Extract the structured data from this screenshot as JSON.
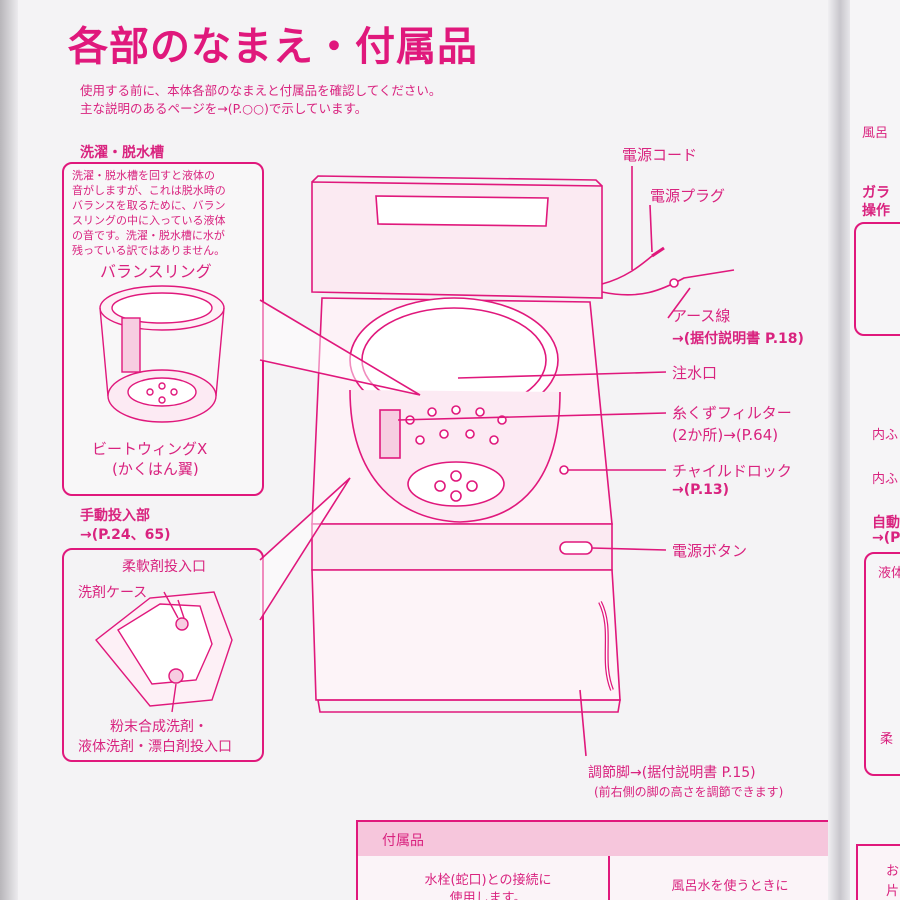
{
  "title": "各部のなまえ・付属品",
  "intro": {
    "line1": "使用する前に、本体各部のなまえと付属品を確認してください。",
    "line2": "主な説明のあるページを→(P.○○)で示しています。"
  },
  "tub_section": {
    "heading": "洗濯・脱水槽",
    "note": [
      "洗濯・脱水槽を回すと液体の",
      "音がしますが、これは脱水時の",
      "バランスを取るために、バラン",
      "スリングの中に入っている液体",
      "の音です。洗濯・脱水槽に水が",
      "残っている訳ではありません。"
    ],
    "balance_ring": "バランスリング",
    "beat_wing_1": "ビートウィングX",
    "beat_wing_2": "(かくはん翼)"
  },
  "manual_section": {
    "heading": "手動投入部",
    "ref": "→(P.24、65)",
    "softener": "柔軟剤投入口",
    "detergent_case": "洗剤ケース",
    "inlet_1": "粉末合成洗剤・",
    "inlet_2": "液体洗剤・漂白剤投入口"
  },
  "parts": {
    "power_cord": "電源コード",
    "power_plug": "電源プラグ",
    "earth_wire": "アース線",
    "earth_ref": "→(据付説明書 P.18)",
    "water_inlet": "注水口",
    "lint_filter": "糸くずフィルター",
    "lint_ref": "(2か所)→(P.64)",
    "child_lock": "チャイルドロック",
    "child_ref": "→(P.13)",
    "power_button": "電源ボタン",
    "foot": "調節脚→(据付説明書 P.15)",
    "foot_note": "(前右側の脚の高さを調節できます)"
  },
  "accessories": {
    "heading": "付属品",
    "col1_1": "水栓(蛇口)との接続に",
    "col1_2": "使用します。",
    "col2": "風呂水を使うときに"
  },
  "right_page": {
    "t1": "風呂",
    "t2": "ガラ",
    "t3": "操作",
    "t4": "内ふ",
    "t5": "内ふ",
    "t6": "自動",
    "t7": "→(P",
    "t8": "液体",
    "t9": "柔",
    "t10": "お",
    "t11": "片"
  },
  "colors": {
    "accent": "#e0187c",
    "table_head": "#f6c6dc",
    "paper": "#f4f3f5"
  }
}
